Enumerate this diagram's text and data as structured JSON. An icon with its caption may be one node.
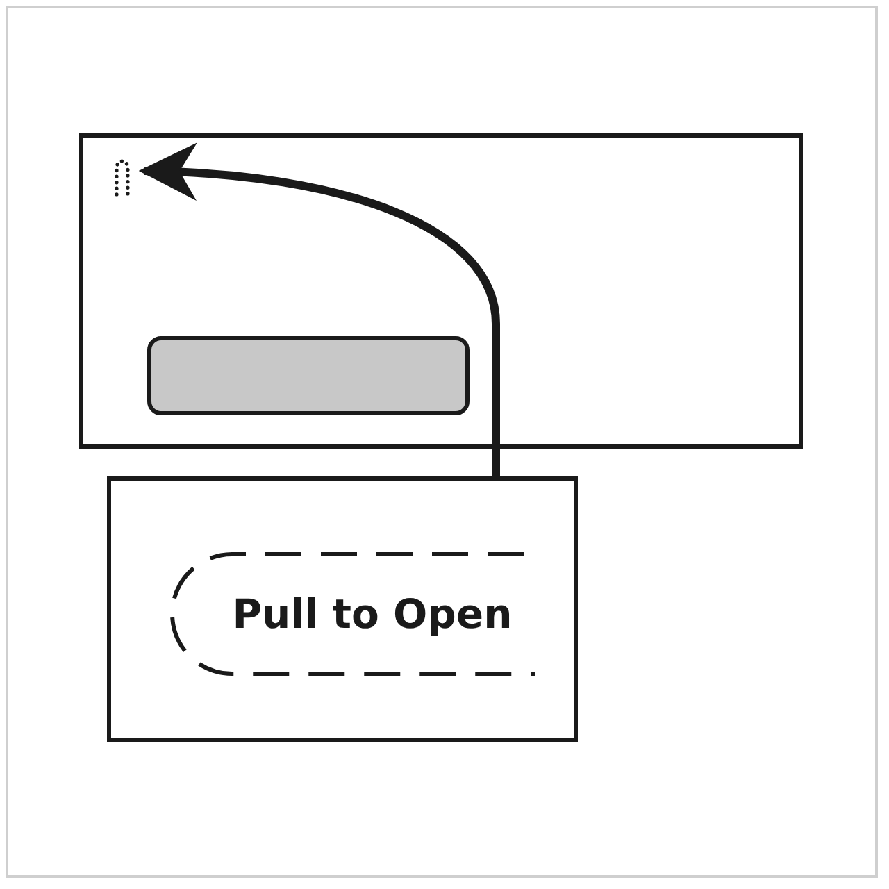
{
  "diagram": {
    "nodes": [
      {
        "text": [],
        "shape": "box"
      },
      {
        "text": [],
        "shape": "box",
        "in": 0
      },
      {
        "text": [],
        "shape": "box",
        "in": 0
      },
      {
        "text": [],
        "shape": "box"
      },
      {
        "text": [
          "Pull to Open"
        ],
        "in": 3
      }
    ],
    "edges": [
      {
        "from": 3,
        "to": 2,
        "arrow": "to"
      }
    ]
  }
}
